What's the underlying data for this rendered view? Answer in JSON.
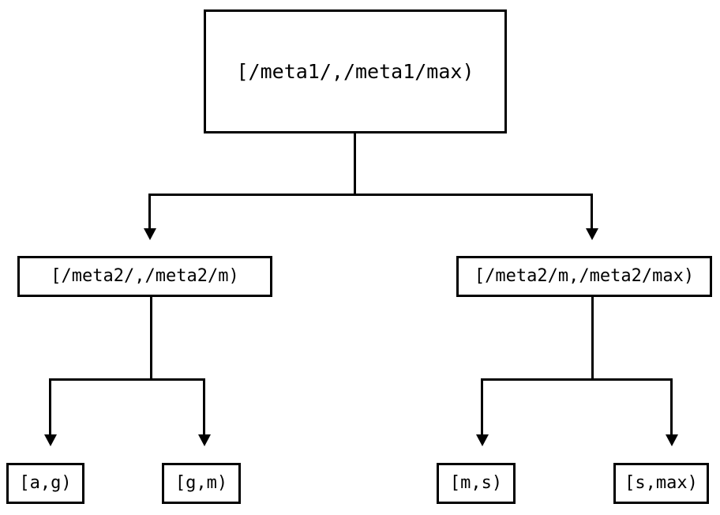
{
  "diagram": {
    "type": "tree",
    "orientation": "top-down",
    "background_color": "#ffffff",
    "line_color": "#000000",
    "text_color": "#000000",
    "nodes": {
      "root": {
        "label": "[/meta1/,/meta1/max)"
      },
      "mid_left": {
        "label": "[/meta2/,/meta2/m)"
      },
      "mid_right": {
        "label": "[/meta2/m,/meta2/max)"
      },
      "leaf_ag": {
        "label": "[a,g)"
      },
      "leaf_gm": {
        "label": "[g,m)"
      },
      "leaf_ms": {
        "label": "[m,s)"
      },
      "leaf_smax": {
        "label": "[s,max)"
      }
    },
    "edges": [
      {
        "from": "root",
        "to": "mid_left",
        "arrow": "down-triangle"
      },
      {
        "from": "root",
        "to": "mid_right",
        "arrow": "down-triangle"
      },
      {
        "from": "mid_left",
        "to": "leaf_ag",
        "arrow": "down-triangle"
      },
      {
        "from": "mid_left",
        "to": "leaf_gm",
        "arrow": "down-triangle"
      },
      {
        "from": "mid_right",
        "to": "leaf_ms",
        "arrow": "down-triangle"
      },
      {
        "from": "mid_right",
        "to": "leaf_smax",
        "arrow": "down-triangle"
      }
    ]
  }
}
